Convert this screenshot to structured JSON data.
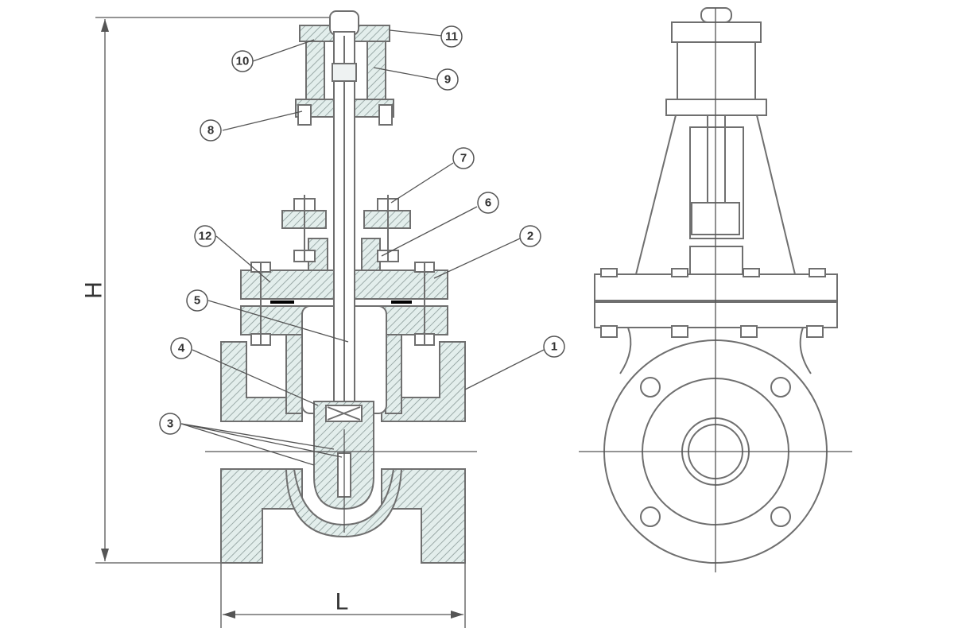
{
  "title": "Gate valve drawing",
  "callouts": [
    "1",
    "2",
    "3",
    "4",
    "5",
    "6",
    "7",
    "8",
    "9",
    "10",
    "11",
    "12"
  ],
  "dimensions": {
    "height": "H",
    "length": "L"
  },
  "colors": {
    "line": "#6f6f6f",
    "hatch_fill": "#e3eeec"
  }
}
